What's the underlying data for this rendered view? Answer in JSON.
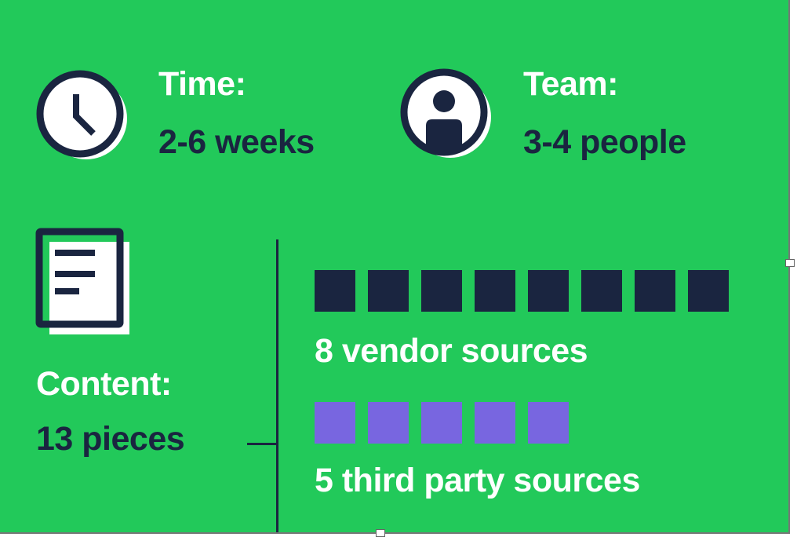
{
  "colors": {
    "background": "#22c95a",
    "navy": "#1a2540",
    "purple": "#7866e0",
    "white": "#ffffff"
  },
  "time": {
    "icon": "clock-icon",
    "label": "Time:",
    "value": "2-6 weeks"
  },
  "team": {
    "icon": "person-icon",
    "label": "Team:",
    "value": "3-4 people"
  },
  "content": {
    "icon": "document-icon",
    "label": "Content:",
    "value": "13 pieces"
  },
  "sources": [
    {
      "count": 8,
      "label": "8 vendor sources",
      "color": "#1a2540"
    },
    {
      "count": 5,
      "label": "5 third party sources",
      "color": "#7866e0"
    }
  ]
}
